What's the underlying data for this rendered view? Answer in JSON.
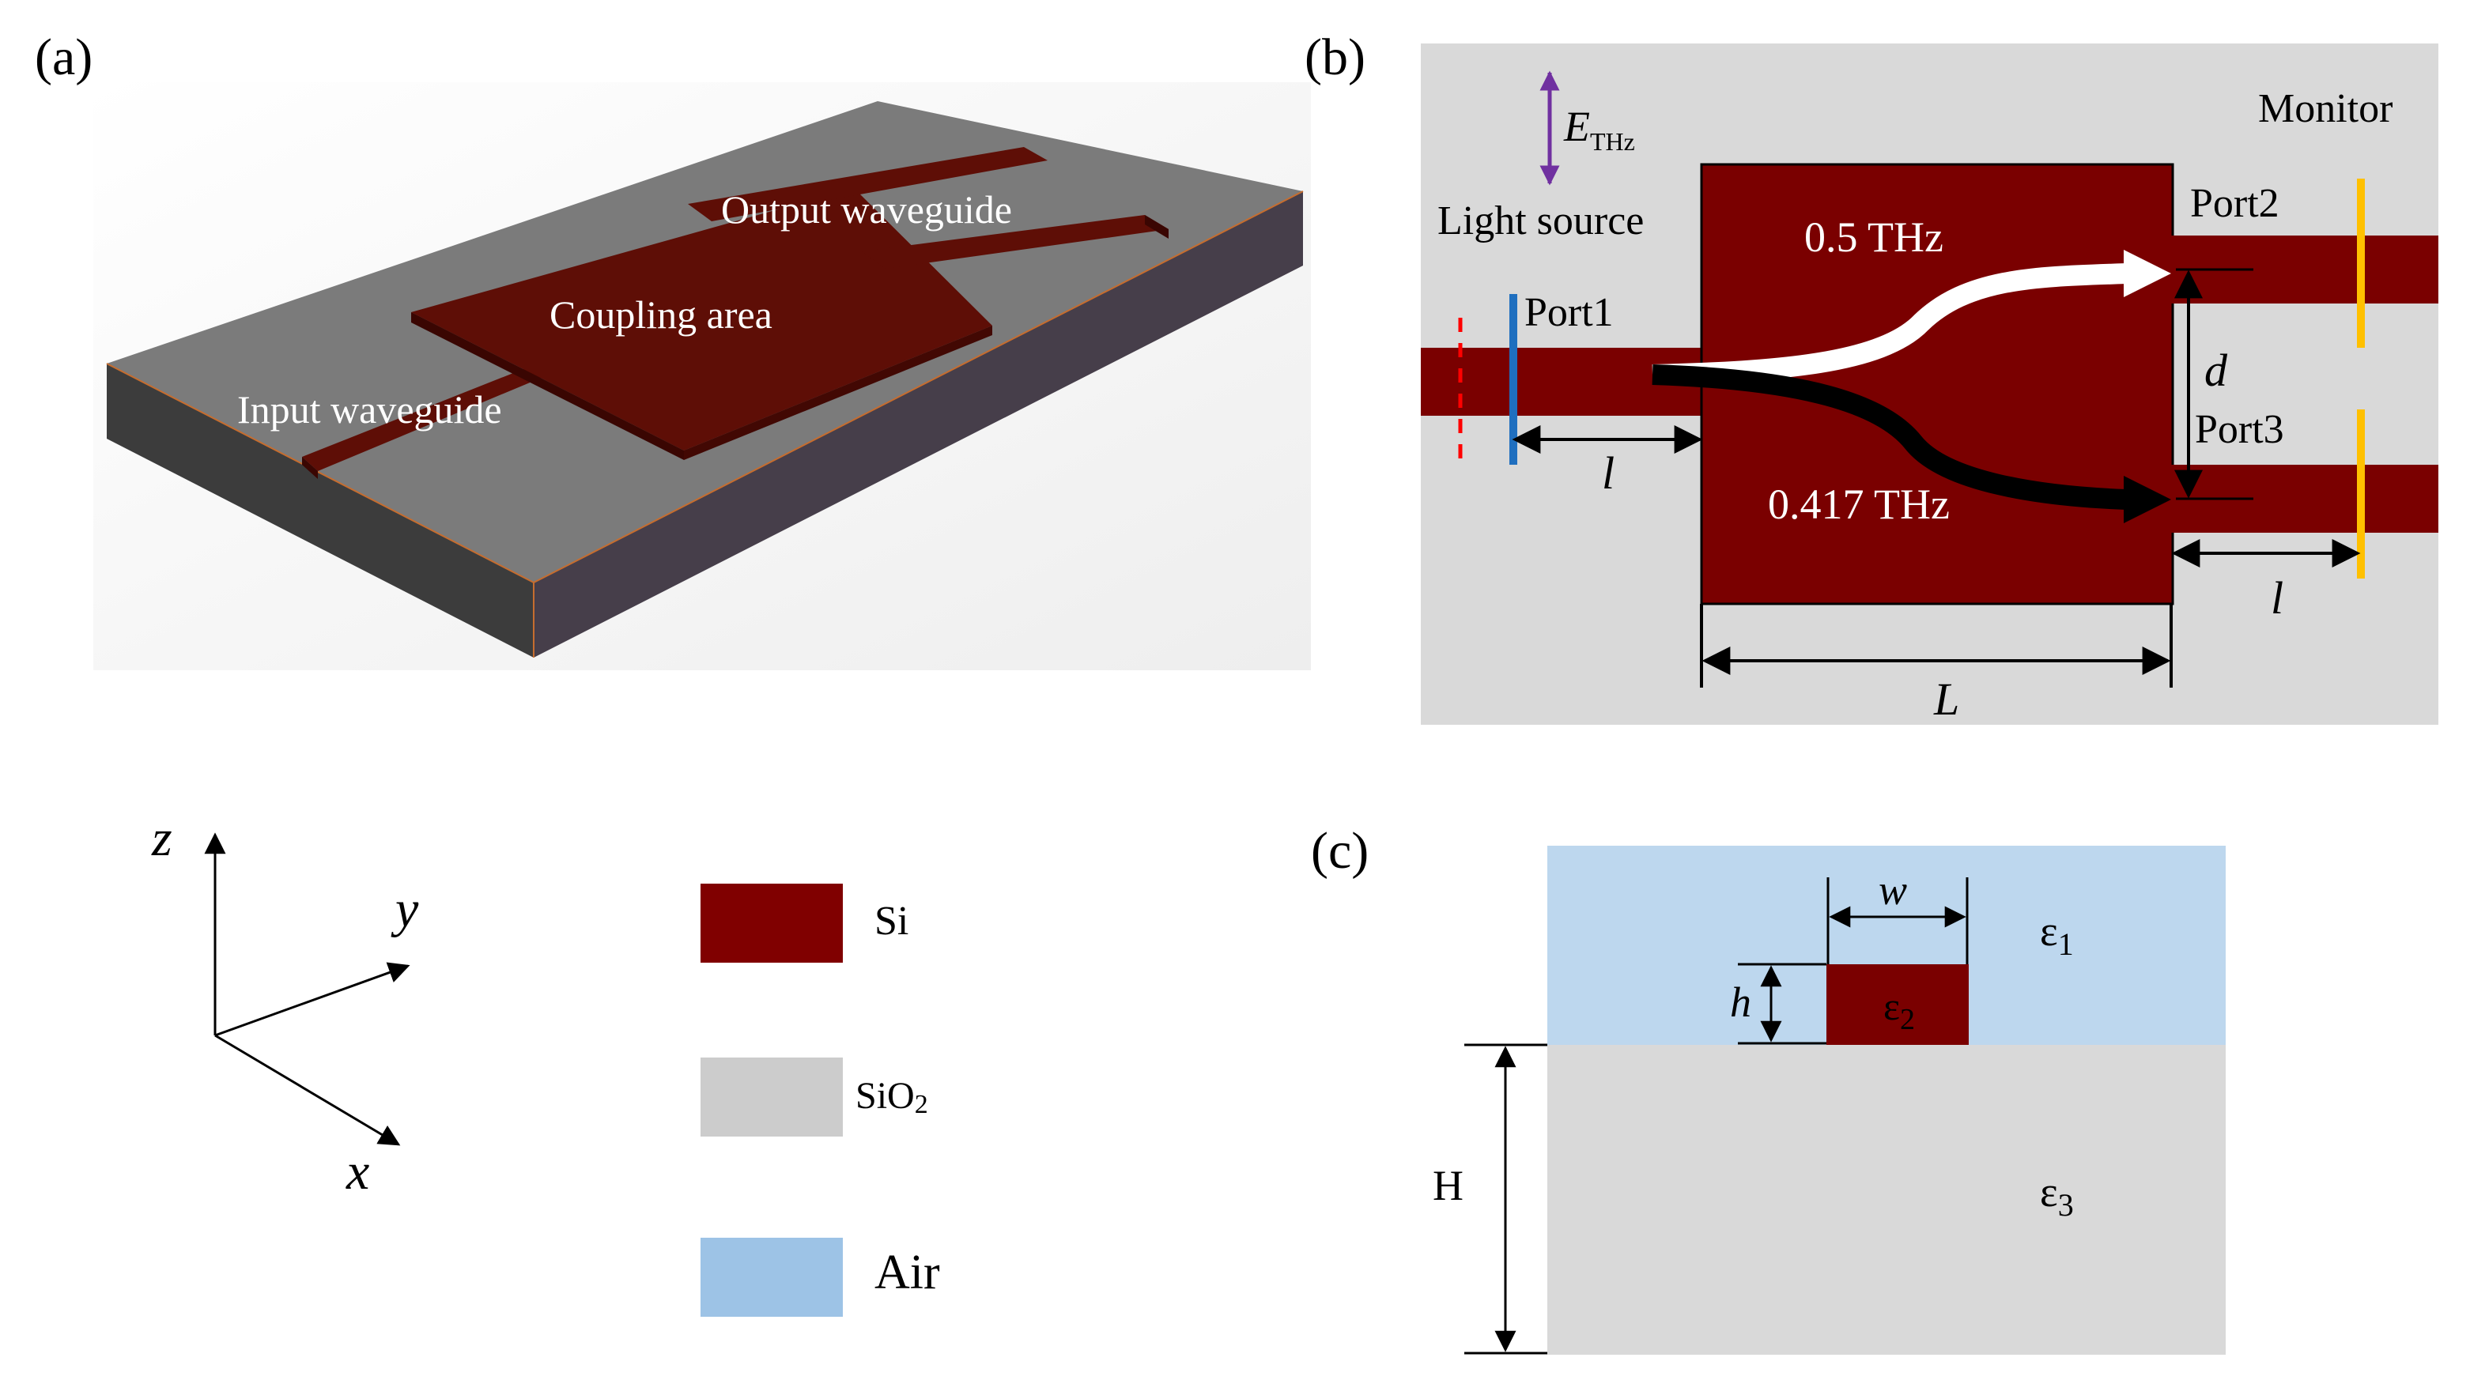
{
  "panel_labels": {
    "a": "(a)",
    "b": "(b)",
    "c": "(c)"
  },
  "panel_a": {
    "input_waveguide": "Input waveguide",
    "coupling_area": "Coupling area",
    "output_waveguide": "Output waveguide"
  },
  "panel_b": {
    "field_symbol": "E",
    "field_subscript": "THz",
    "light_source": "Light source",
    "monitor": "Monitor",
    "port1": "Port1",
    "port2": "Port2",
    "port3": "Port3",
    "freq_upper": "0.5 THz",
    "freq_lower": "0.417 THz",
    "dim_l_left": "l",
    "dim_l_right": "l",
    "dim_L": "L",
    "dim_d": "d"
  },
  "axes": {
    "z": "z",
    "y": "y",
    "x": "x"
  },
  "legend": {
    "si": {
      "label": "Si",
      "color": "#800000"
    },
    "sio2": {
      "label": "SiO",
      "sub": "2",
      "color": "#cccccc"
    },
    "air": {
      "label": "Air",
      "color": "#9dc3e6"
    }
  },
  "panel_c": {
    "w": "w",
    "h": "h",
    "H": "H",
    "eps1": "ε",
    "eps1_sub": "1",
    "eps2": "ε",
    "eps2_sub": "2",
    "eps3": "ε",
    "eps3_sub": "3"
  },
  "colors": {
    "si": "#7a0000",
    "si_3d_top": "#5e0e06",
    "sio2": "#d9d9d9",
    "air": "#bdd7ee",
    "substrate_top": "#7b7b7b",
    "port_blue": "#1f6fbf",
    "monitor_yellow": "#ffc000",
    "source_red": "#ff0000",
    "field_purple": "#7030a0"
  }
}
